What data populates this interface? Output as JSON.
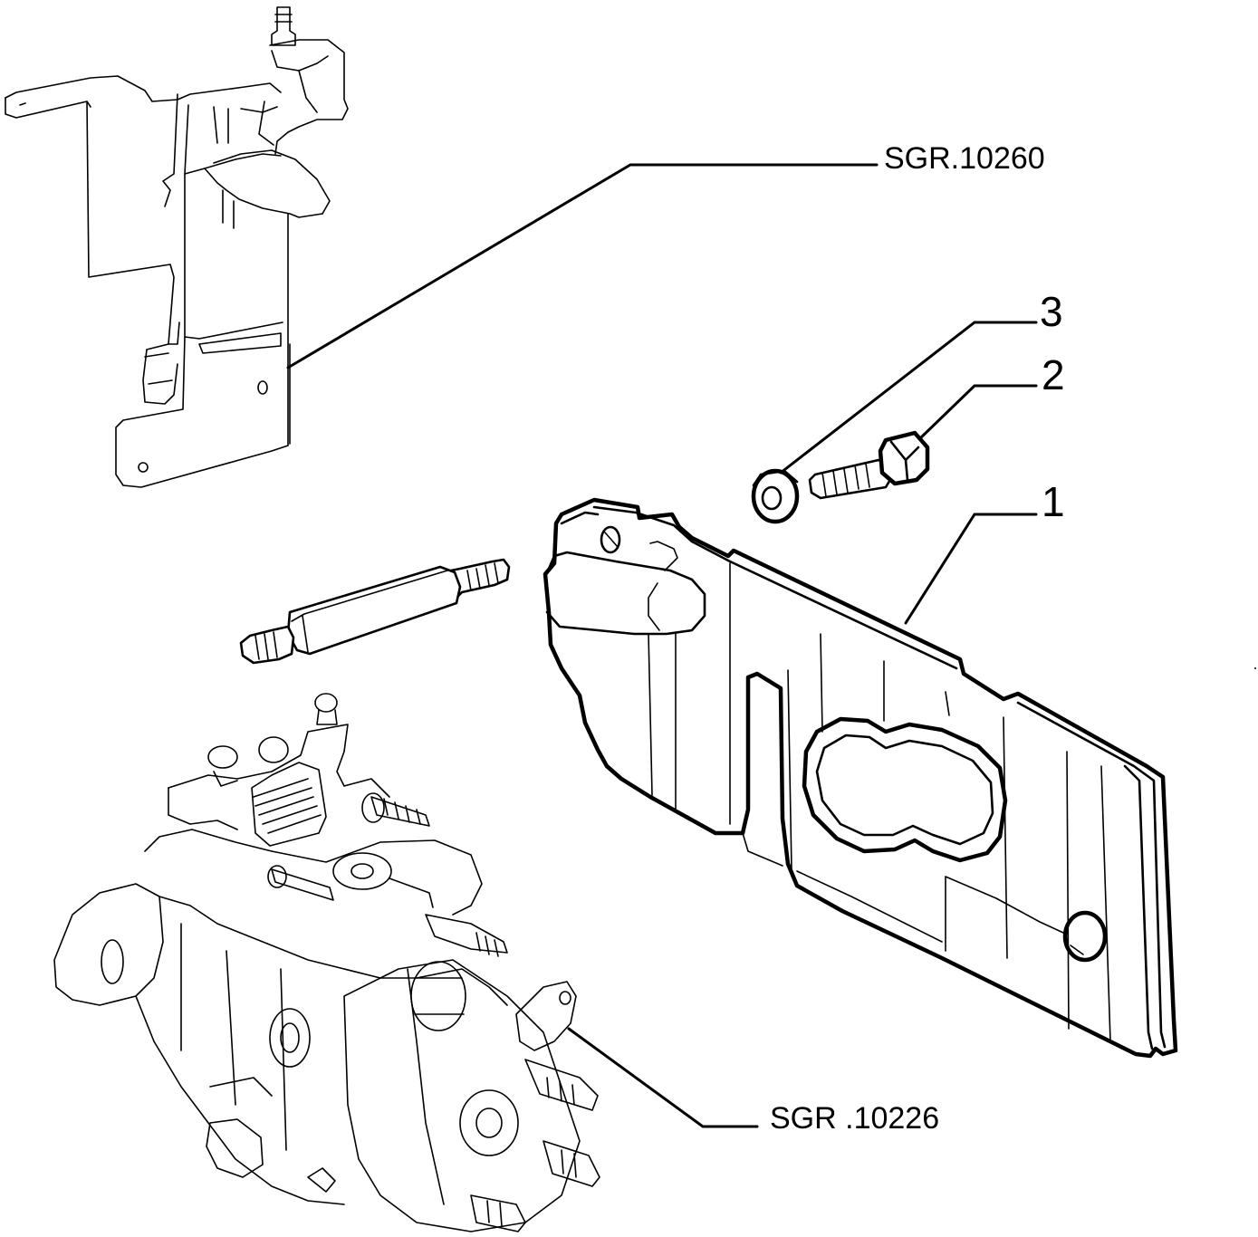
{
  "callouts": {
    "part_1": "1",
    "part_2": "2",
    "part_3": "3",
    "ref_bracket": "SGR.10260",
    "ref_pump": "SGR .10226"
  }
}
